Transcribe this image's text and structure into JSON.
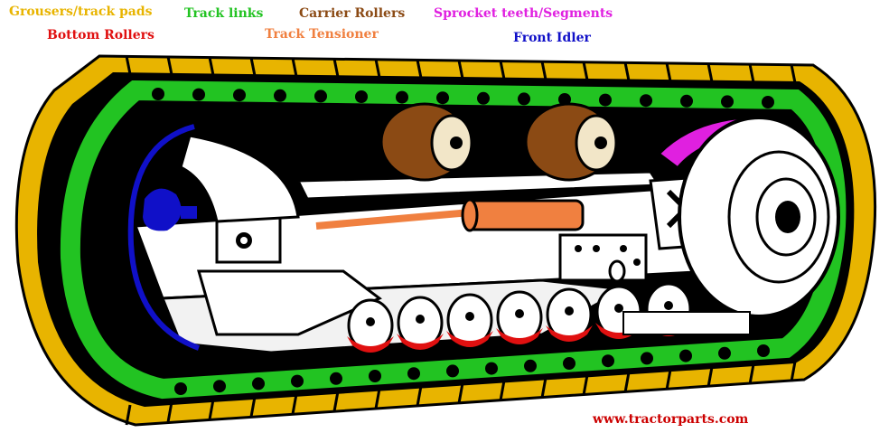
{
  "labels": {
    "grousers": "Grousers/track pads",
    "track_links": "Track links",
    "carrier_rollers": "Carrier Rollers",
    "sprocket": "Sprocket teeth/Segments",
    "bottom_rollers": "Bottom Rollers",
    "track_tensioner": "Track Tensioner",
    "front_idler": "Front Idler"
  },
  "credit": "www.tractorparts.com",
  "colors": {
    "grousers": "#e8b400",
    "track_links": "#22c322",
    "carrier_rollers": "#8b4a14",
    "sprocket": "#e020e0",
    "bottom_rollers": "#e01010",
    "track_tensioner": "#f08040",
    "front_idler": "#1010c8",
    "credit": "#cc0000",
    "outline": "#000000",
    "frame": "#ffffff"
  }
}
